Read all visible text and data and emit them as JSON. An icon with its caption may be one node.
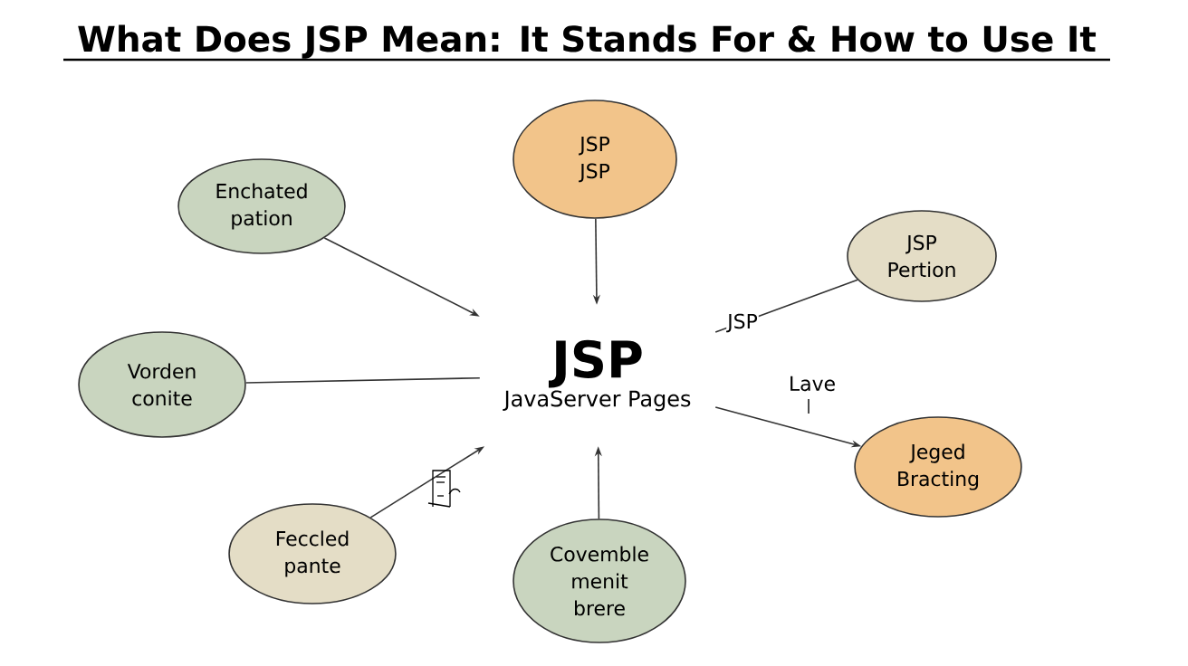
{
  "diagram": {
    "title": "What Does JSP Mean: It Stands For & How to Use It",
    "nodes": [
      {
        "text": [
          "JSP",
          "JavaServer Pages"
        ]
      },
      {
        "text": [
          "JSP JSP"
        ]
      },
      {
        "text": [
          "Enchated pation"
        ]
      },
      {
        "text": [
          "JSP Pertion"
        ]
      },
      {
        "text": [
          "Vorden conite"
        ]
      },
      {
        "text": [
          "Jeged Bracting"
        ]
      },
      {
        "text": [
          "Feccled pante"
        ]
      },
      {
        "text": [
          "Covemble menit brere"
        ]
      }
    ],
    "edges": [
      {
        "from": 1,
        "to": 0,
        "arrow": "to"
      },
      {
        "from": 2,
        "to": 0,
        "arrow": "to"
      },
      {
        "from": 3,
        "to": 0,
        "arrow": "none",
        "label": "JSP"
      },
      {
        "from": 4,
        "to": 0,
        "arrow": "none"
      },
      {
        "from": 0,
        "to": 5,
        "arrow": "to",
        "label": "Lave"
      },
      {
        "from": 6,
        "to": 0,
        "arrow": "to"
      },
      {
        "from": 7,
        "to": 0,
        "arrow": "to"
      }
    ]
  }
}
